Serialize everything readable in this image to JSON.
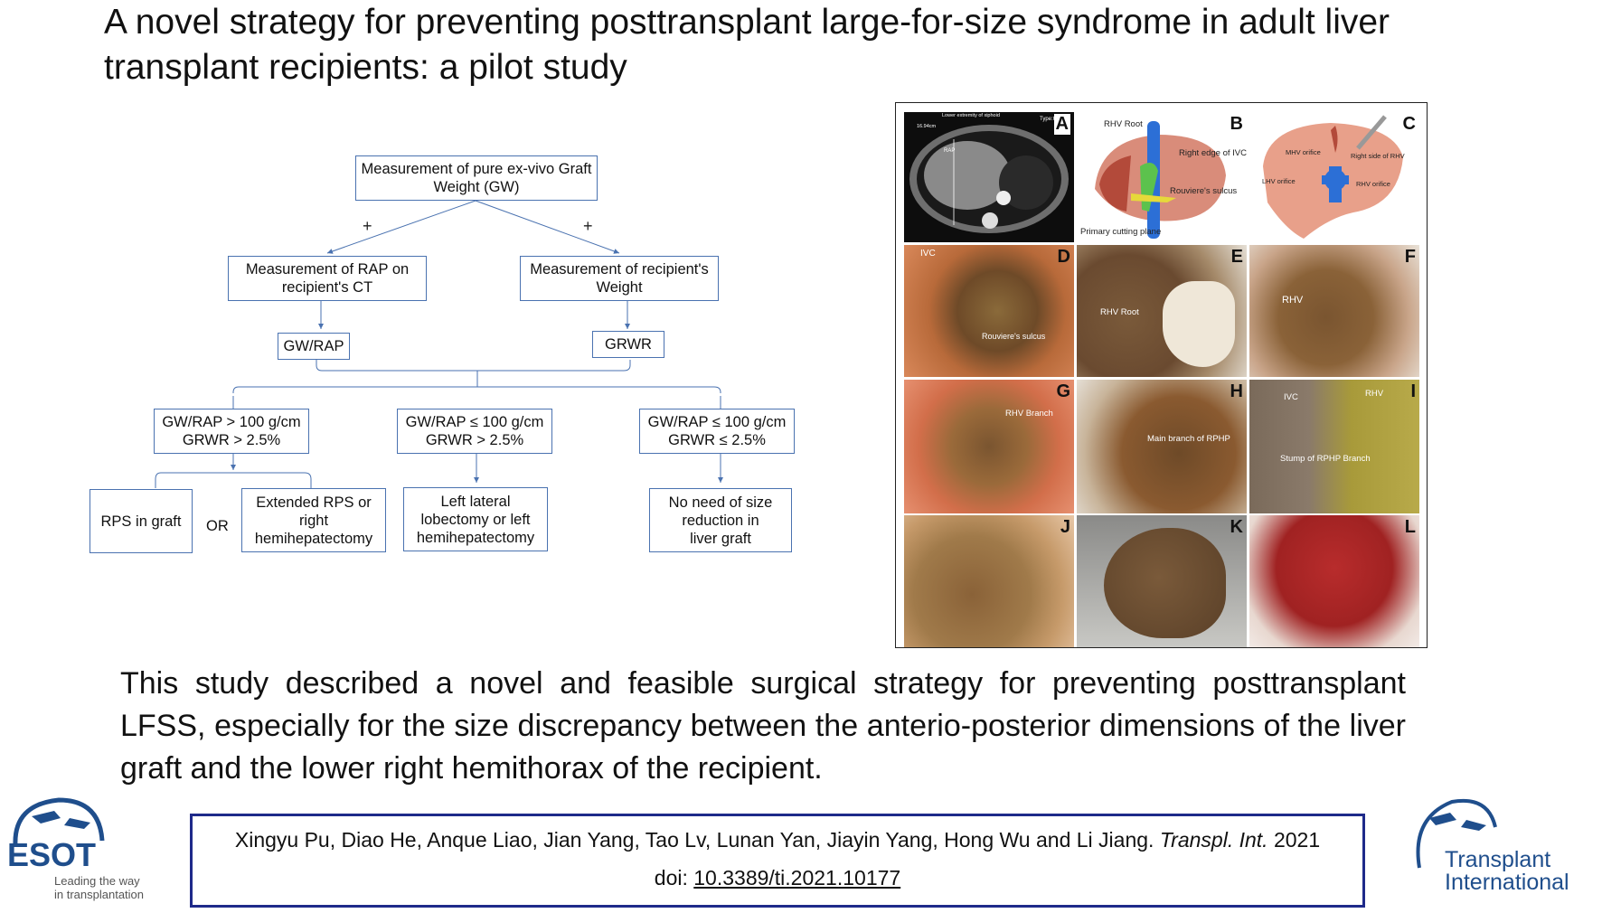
{
  "title": "A novel strategy for preventing posttransplant large-for-size syndrome in adult liver transplant recipients: a pilot study",
  "flowchart": {
    "top": "Measurement of pure ex-vivo Graft Weight (GW)",
    "plus_left": "+",
    "plus_right": "+",
    "rap": "Measurement of RAP on recipient's CT",
    "weight": "Measurement of recipient's Weight",
    "gw_rap": "GW/RAP",
    "grwr": "GRWR",
    "cond1_line1": "GW/RAP > 100 g/cm",
    "cond1_line2": "GRWR > 2.5%",
    "cond2_line1": "GW/RAP ≤ 100 g/cm",
    "cond2_line2": "GRWR > 2.5%",
    "cond3_line1": "GW/RAP ≤ 100 g/cm",
    "cond3_line2": "GRWR ≤ 2.5%",
    "rps": "RPS in graft",
    "or": "OR",
    "extended": "Extended RPS or right hemihepatectomy",
    "left_lateral": "Left lateral lobectomy or left hemihepatectomy",
    "no_need": "No need of size reduction in liver graft"
  },
  "figure": {
    "panels": [
      "A",
      "B",
      "C",
      "D",
      "E",
      "F",
      "G",
      "H",
      "I",
      "J",
      "K",
      "L"
    ],
    "annotations": {
      "a_top": "Lower extremity of xiphoid",
      "a_type": "Type:C",
      "a_rap": "RAP",
      "a_cm": "16.94cm",
      "b_rhv_root": "RHV Root",
      "b_ivc_edge": "Right edge of IVC",
      "b_rouviere": "Rouviere's sulcus",
      "b_primary": "Primary cutting plane",
      "c_mhv": "MHV orifice",
      "c_right_side": "Right side of RHV",
      "c_lhv": "LHV orifice",
      "c_rhv": "RHV orifice",
      "d_ivc": "IVC",
      "d_rouviere": "Rouviere's sulcus",
      "e_rhv_root": "RHV Root",
      "f_rhv": "RHV",
      "g_rhv_branch": "RHV Branch",
      "h_main_branch": "Main branch of RPHP",
      "i_ivc": "IVC",
      "i_rhv": "RHV",
      "i_stump": "Stump of RPHP Branch"
    }
  },
  "summary": "This study described a novel and feasible surgical strategy for preventing posttransplant LFSS, especially for the size discrepancy between the anterio-posterior dimensions of the liver graft and the lower right hemithorax of the recipient.",
  "citation": {
    "authors": "Xingyu Pu, Diao He, Anque Liao, Jian Yang, Tao Lv, Lunan Yan, Jiayin Yang, Hong Wu and Li Jiang.",
    "journal": "Transpl. Int.",
    "year": "2021",
    "doi_label": "doi:",
    "doi": "10.3389/ti.2021.10177"
  },
  "logos": {
    "esot_name": "ESOT",
    "esot_tagline_1": "Leading the way",
    "esot_tagline_2": "in transplantation",
    "ti_line1": "Transplant",
    "ti_line2": "International",
    "esot_color": "#1f4e8c",
    "ti_color": "#1f4e8c"
  }
}
